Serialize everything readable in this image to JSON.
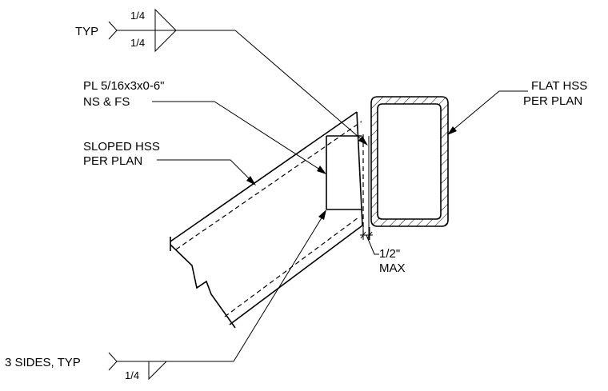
{
  "labels": {
    "typ": "TYP",
    "weld_top_1": "1/4",
    "weld_top_2": "1/4",
    "plate_line1": "PL 5/16x3x0-6\"",
    "plate_line2": "NS & FS",
    "sloped_line1": "SLOPED HSS",
    "sloped_line2": "PER PLAN",
    "flat_line1": "FLAT HSS",
    "flat_line2": "PER PLAN",
    "gap_line1": "1/2\"",
    "gap_line2": "MAX",
    "sides_typ": "3 SIDES, TYP",
    "weld_bottom": "1/4"
  }
}
